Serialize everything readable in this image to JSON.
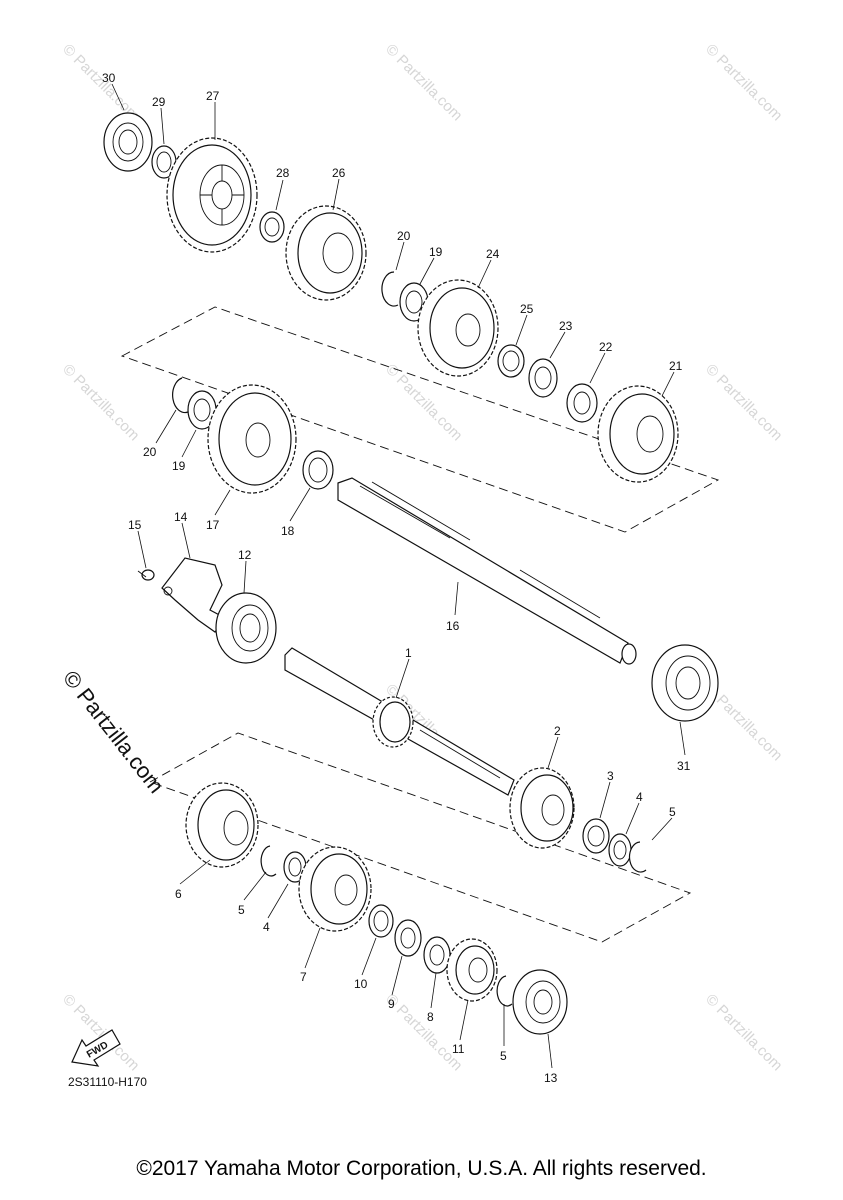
{
  "watermark_text": "© Partzilla.com",
  "drawing_code": "2S31110-H170",
  "fwd_label": "FWD",
  "copyright": "©2017 Yamaha Motor Corporation, U.S.A. All rights reserved.",
  "labels": {
    "p1": "1",
    "p2": "2",
    "p3": "3",
    "p4a": "4",
    "p4b": "4",
    "p5a": "5",
    "p5b": "5",
    "p5c": "5",
    "p6": "6",
    "p7": "7",
    "p8": "8",
    "p9": "9",
    "p10": "10",
    "p11": "11",
    "p12": "12",
    "p13": "13",
    "p14": "14",
    "p15": "15",
    "p16": "16",
    "p17": "17",
    "p18": "18",
    "p19a": "19",
    "p19b": "19",
    "p20a": "20",
    "p20b": "20",
    "p21": "21",
    "p22": "22",
    "p23": "23",
    "p24": "24",
    "p25": "25",
    "p26": "26",
    "p27": "27",
    "p28": "28",
    "p29": "29",
    "p30": "30",
    "p31": "31"
  },
  "colors": {
    "line": "#111111",
    "watermark": "#d6d6d6",
    "background": "#ffffff"
  }
}
